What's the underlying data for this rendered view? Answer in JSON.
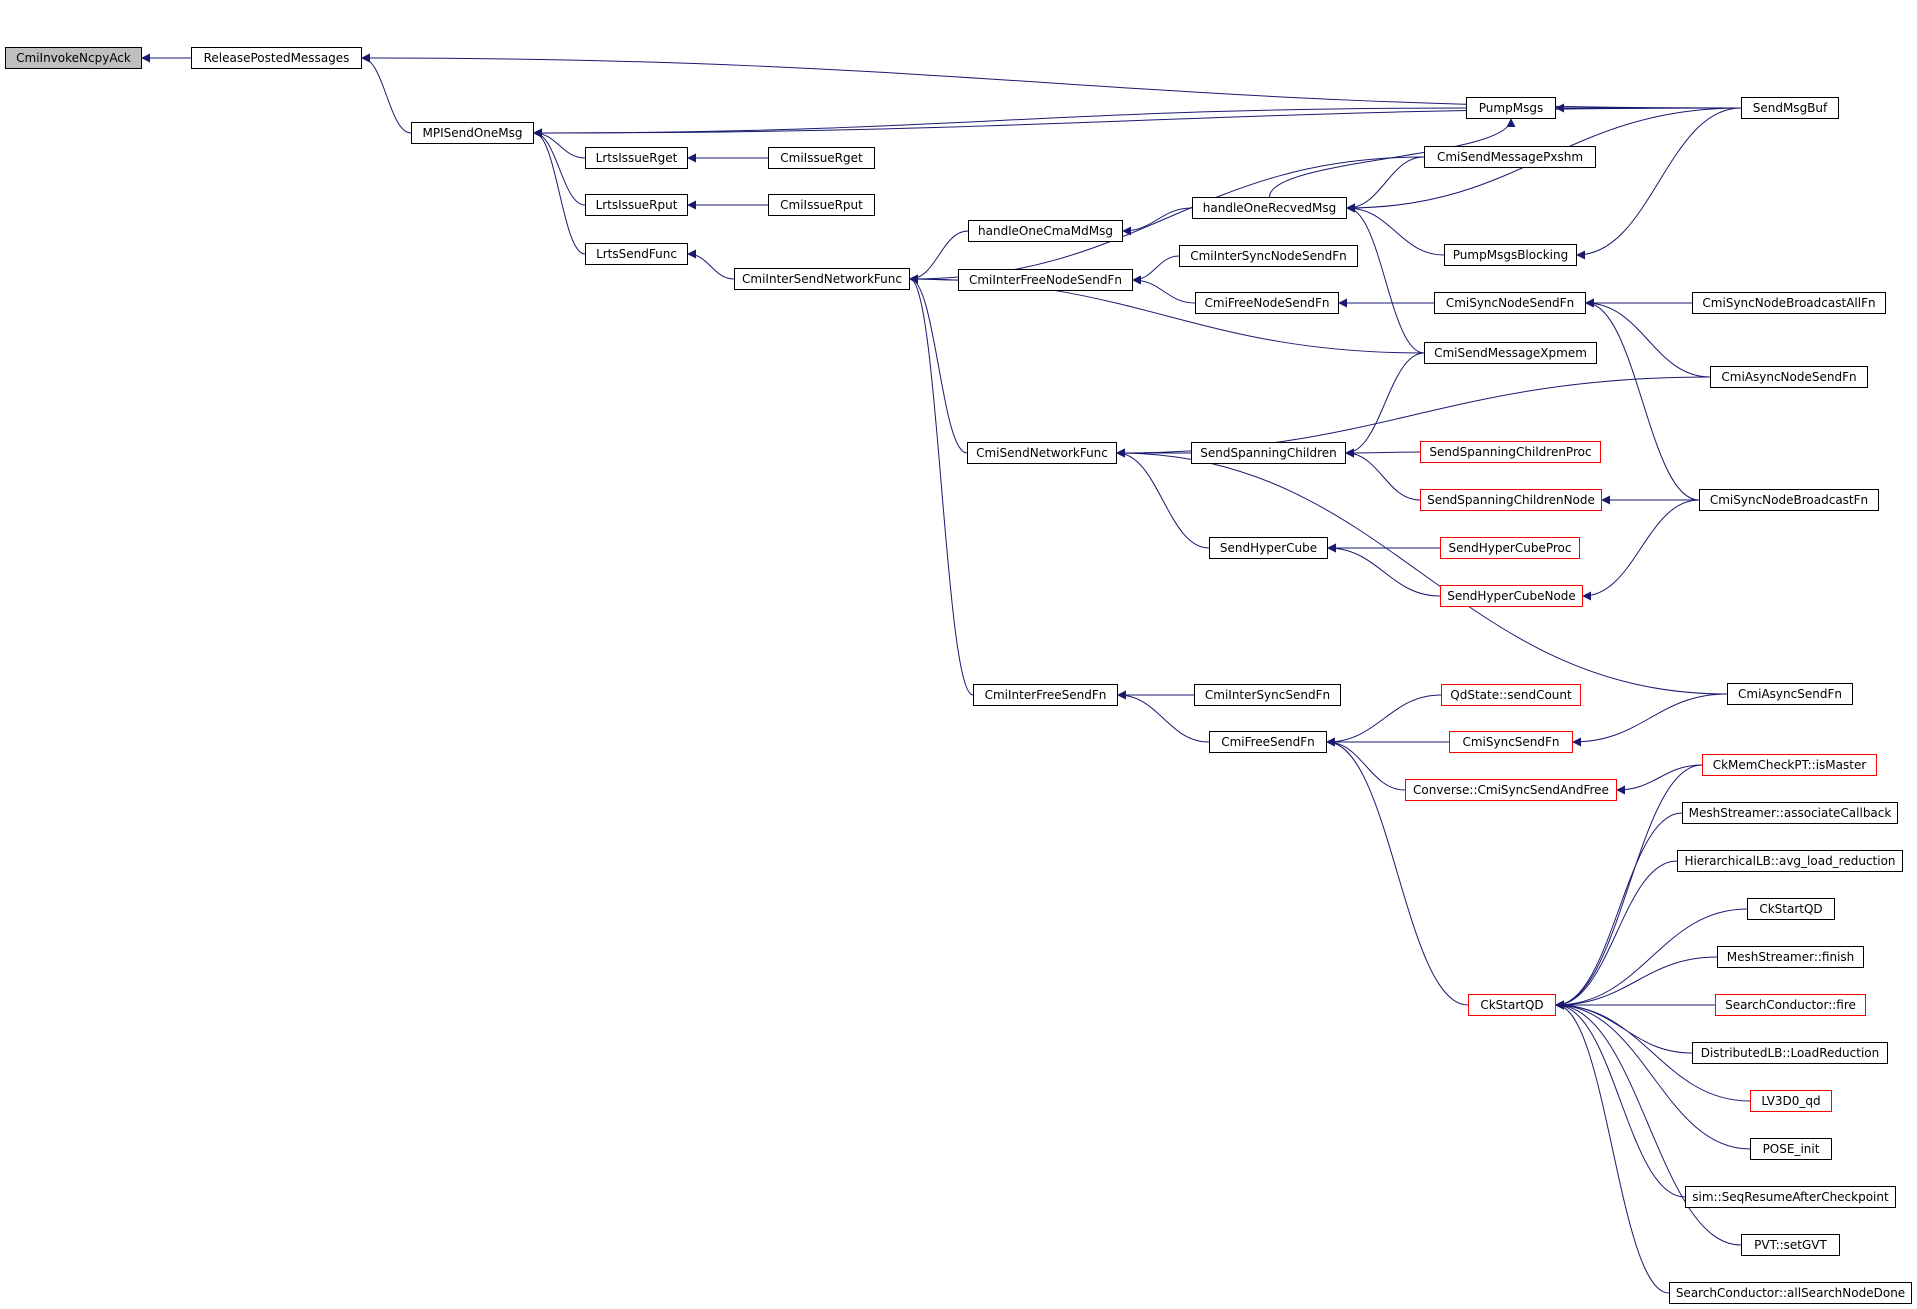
{
  "colors": {
    "edge": "#191970",
    "node_border": "#000000",
    "truncated_border": "#ff0000",
    "root_fill": "#bfbfbf"
  },
  "nodes": {
    "n0": {
      "label": "CmiInvokeNcpyAck",
      "style": "root"
    },
    "n1": {
      "label": "ReleasePostedMessages",
      "style": "normal"
    },
    "n2": {
      "label": "MPISendOneMsg",
      "style": "normal"
    },
    "n3": {
      "label": "SendMsgBuf",
      "style": "normal"
    },
    "n4": {
      "label": "LrtsIssueRget",
      "style": "normal"
    },
    "n5": {
      "label": "CmiIssueRget",
      "style": "normal"
    },
    "n6": {
      "label": "LrtsIssueRput",
      "style": "normal"
    },
    "n7": {
      "label": "CmiIssueRput",
      "style": "normal"
    },
    "n8": {
      "label": "LrtsSendFunc",
      "style": "normal"
    },
    "n9": {
      "label": "CmiInterSendNetworkFunc",
      "style": "normal"
    },
    "n10": {
      "label": "PumpMsgs",
      "style": "normal"
    },
    "n11": {
      "label": "CmiSendMessagePxshm",
      "style": "normal"
    },
    "n12": {
      "label": "handleOneRecvedMsg",
      "style": "normal"
    },
    "n13": {
      "label": "handleOneCmaMdMsg",
      "style": "normal"
    },
    "n14": {
      "label": "PumpMsgsBlocking",
      "style": "normal"
    },
    "n15": {
      "label": "CmiInterFreeNodeSendFn",
      "style": "normal"
    },
    "n16": {
      "label": "CmiInterSyncNodeSendFn",
      "style": "normal"
    },
    "n17": {
      "label": "CmiFreeNodeSendFn",
      "style": "normal"
    },
    "n18": {
      "label": "CmiSyncNodeSendFn",
      "style": "normal"
    },
    "n19": {
      "label": "CmiSyncNodeBroadcastAllFn",
      "style": "normal"
    },
    "n20": {
      "label": "CmiSendMessageXpmem",
      "style": "normal"
    },
    "n21": {
      "label": "CmiAsyncNodeSendFn",
      "style": "normal"
    },
    "n22": {
      "label": "CmiSendNetworkFunc",
      "style": "normal"
    },
    "n23": {
      "label": "SendSpanningChildren",
      "style": "normal"
    },
    "n24": {
      "label": "SendSpanningChildrenProc",
      "style": "truncated"
    },
    "n25": {
      "label": "SendSpanningChildrenNode",
      "style": "truncated"
    },
    "n26": {
      "label": "CmiSyncNodeBroadcastFn",
      "style": "normal"
    },
    "n27": {
      "label": "SendHyperCube",
      "style": "normal"
    },
    "n28": {
      "label": "SendHyperCubeProc",
      "style": "truncated"
    },
    "n29": {
      "label": "SendHyperCubeNode",
      "style": "truncated"
    },
    "n30": {
      "label": "CmiInterFreeSendFn",
      "style": "normal"
    },
    "n31": {
      "label": "CmiInterSyncSendFn",
      "style": "normal"
    },
    "n32": {
      "label": "QdState::sendCount",
      "style": "truncated"
    },
    "n33": {
      "label": "CmiAsyncSendFn",
      "style": "normal"
    },
    "n34": {
      "label": "CmiFreeSendFn",
      "style": "normal"
    },
    "n35": {
      "label": "CmiSyncSendFn",
      "style": "truncated"
    },
    "n36": {
      "label": "Converse::CmiSyncSendAndFree",
      "style": "truncated"
    },
    "n37": {
      "label": "CkMemCheckPT::isMaster",
      "style": "truncated"
    },
    "n38": {
      "label": "MeshStreamer::associateCallback",
      "style": "normal"
    },
    "n39": {
      "label": "HierarchicalLB::avg_load_reduction",
      "style": "normal"
    },
    "n40": {
      "label": "CkStartQD",
      "style": "normal"
    },
    "n41": {
      "label": "MeshStreamer::finish",
      "style": "normal"
    },
    "n42": {
      "label": "CkStartQD",
      "style": "truncated"
    },
    "n43": {
      "label": "SearchConductor::fire",
      "style": "truncated"
    },
    "n44": {
      "label": "DistributedLB::LoadReduction",
      "style": "normal"
    },
    "n45": {
      "label": "LV3D0_qd",
      "style": "truncated"
    },
    "n46": {
      "label": "POSE_init",
      "style": "normal"
    },
    "n47": {
      "label": "sim::SeqResumeAfterCheckpoint",
      "style": "normal"
    },
    "n48": {
      "label": "PVT::setGVT",
      "style": "normal"
    },
    "n49": {
      "label": "SearchConductor::allSearchNodeDone",
      "style": "normal"
    }
  },
  "edges": [
    {
      "from": "n1",
      "to": "n0"
    },
    {
      "from": "n2",
      "to": "n1"
    },
    {
      "from": "n3",
      "to": "n1"
    },
    {
      "from": "n3",
      "to": "n2"
    },
    {
      "from": "n10",
      "to": "n2"
    },
    {
      "from": "n4",
      "to": "n2"
    },
    {
      "from": "n6",
      "to": "n2"
    },
    {
      "from": "n8",
      "to": "n2"
    },
    {
      "from": "n5",
      "to": "n4"
    },
    {
      "from": "n7",
      "to": "n6"
    },
    {
      "from": "n9",
      "to": "n8"
    },
    {
      "from": "n3",
      "to": "n10"
    },
    {
      "from": "n12",
      "to": "n10"
    },
    {
      "from": "n3",
      "to": "n12"
    },
    {
      "from": "n11",
      "to": "n12"
    },
    {
      "from": "n14",
      "to": "n12"
    },
    {
      "from": "n20",
      "to": "n12"
    },
    {
      "from": "n3",
      "to": "n14"
    },
    {
      "from": "n12",
      "to": "n13"
    },
    {
      "from": "n11",
      "to": "n9"
    },
    {
      "from": "n13",
      "to": "n9"
    },
    {
      "from": "n15",
      "to": "n9"
    },
    {
      "from": "n20",
      "to": "n9"
    },
    {
      "from": "n22",
      "to": "n9"
    },
    {
      "from": "n30",
      "to": "n9"
    },
    {
      "from": "n16",
      "to": "n15"
    },
    {
      "from": "n17",
      "to": "n15"
    },
    {
      "from": "n18",
      "to": "n17"
    },
    {
      "from": "n19",
      "to": "n18"
    },
    {
      "from": "n21",
      "to": "n18"
    },
    {
      "from": "n26",
      "to": "n18"
    },
    {
      "from": "n21",
      "to": "n22"
    },
    {
      "from": "n23",
      "to": "n22"
    },
    {
      "from": "n27",
      "to": "n22"
    },
    {
      "from": "n33",
      "to": "n22"
    },
    {
      "from": "n20",
      "to": "n23"
    },
    {
      "from": "n24",
      "to": "n23"
    },
    {
      "from": "n25",
      "to": "n23"
    },
    {
      "from": "n26",
      "to": "n25"
    },
    {
      "from": "n28",
      "to": "n27"
    },
    {
      "from": "n29",
      "to": "n27"
    },
    {
      "from": "n26",
      "to": "n29"
    },
    {
      "from": "n31",
      "to": "n30"
    },
    {
      "from": "n34",
      "to": "n30"
    },
    {
      "from": "n32",
      "to": "n34"
    },
    {
      "from": "n35",
      "to": "n34"
    },
    {
      "from": "n36",
      "to": "n34"
    },
    {
      "from": "n42",
      "to": "n34"
    },
    {
      "from": "n33",
      "to": "n35"
    },
    {
      "from": "n37",
      "to": "n36"
    },
    {
      "from": "n37",
      "to": "n42"
    },
    {
      "from": "n38",
      "to": "n42"
    },
    {
      "from": "n39",
      "to": "n42"
    },
    {
      "from": "n40",
      "to": "n42"
    },
    {
      "from": "n41",
      "to": "n42"
    },
    {
      "from": "n43",
      "to": "n42"
    },
    {
      "from": "n44",
      "to": "n42"
    },
    {
      "from": "n45",
      "to": "n42"
    },
    {
      "from": "n46",
      "to": "n42"
    },
    {
      "from": "n47",
      "to": "n42"
    },
    {
      "from": "n48",
      "to": "n42"
    },
    {
      "from": "n49",
      "to": "n42"
    }
  ]
}
